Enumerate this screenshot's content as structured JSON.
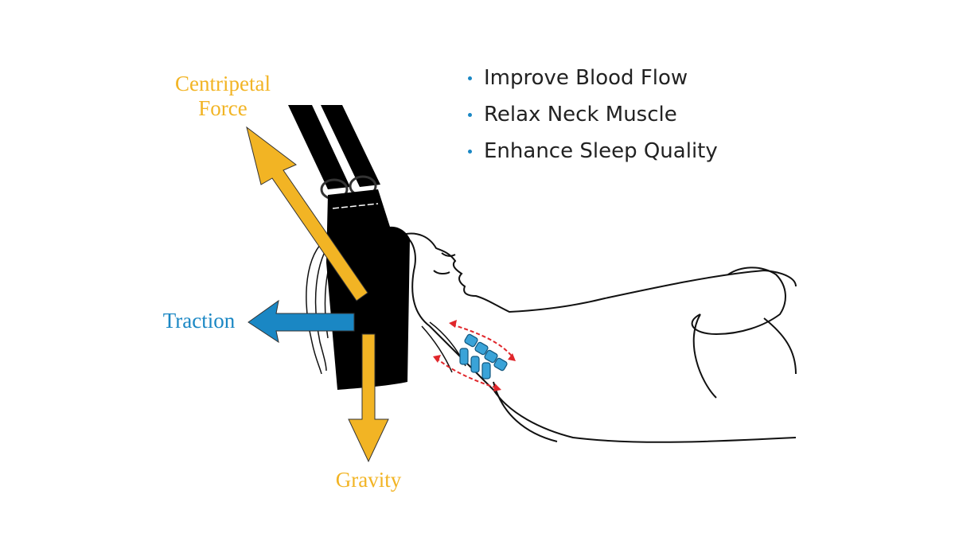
{
  "labels": {
    "centripetal_line1": "Centripetal",
    "centripetal_line2": "Force",
    "traction": "Traction",
    "gravity": "Gravity"
  },
  "benefits": [
    "Improve Blood Flow",
    "Relax Neck Muscle",
    "Enhance Sleep Quality"
  ],
  "colors": {
    "gold": "#f2b424",
    "blue": "#1a87c4",
    "red": "#e0262b"
  }
}
